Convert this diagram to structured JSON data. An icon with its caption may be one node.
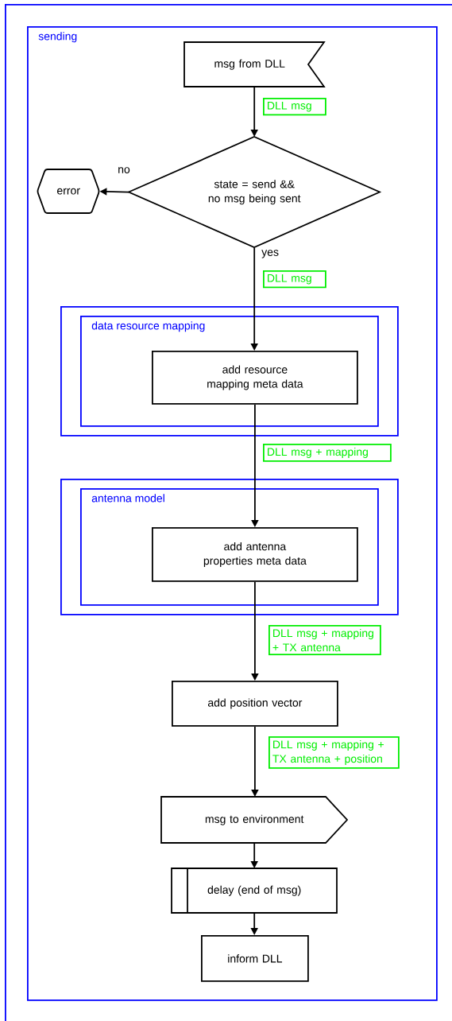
{
  "diagram": {
    "nodes": [
      {
        "text": [],
        "shape": "box"
      },
      {
        "text": [
          "sending"
        ],
        "in": 0
      },
      {
        "text": [
          "msg from DLL"
        ],
        "in": 1
      },
      {
        "text": [
          "state = send && no msg being sent"
        ],
        "in": 1
      },
      {
        "text": [
          "error"
        ],
        "in": 1
      },
      {
        "text": [],
        "shape": "box",
        "in": 1
      },
      {
        "text": [
          "data resource mapping"
        ],
        "in": 5
      },
      {
        "text": [
          "add resource mapping meta data"
        ],
        "in": 6
      },
      {
        "text": [],
        "shape": "box",
        "in": 1
      },
      {
        "text": [
          "antenna model"
        ],
        "in": 8
      },
      {
        "text": [
          "add antenna properties meta data"
        ],
        "in": 9
      },
      {
        "text": [
          "add position vector"
        ],
        "in": 1
      },
      {
        "text": [
          "msg to environment"
        ],
        "in": 1
      },
      {
        "text": [
          "delay (end of msg)"
        ],
        "in": 1
      },
      {
        "text": [
          "inform DLL"
        ],
        "in": 1
      }
    ],
    "edges": [
      {
        "from": 2,
        "to": 3,
        "arrow": "to",
        "label": "DLL msg"
      },
      {
        "from": 3,
        "to": 4,
        "arrow": "to",
        "label": "no"
      },
      {
        "from": 3,
        "to": 7,
        "arrow": "to",
        "label": "DLL msg"
      },
      {
        "from": 7,
        "to": 10,
        "arrow": "to",
        "label": "DLL msg + mapping"
      },
      {
        "from": 10,
        "to": 11,
        "arrow": "to",
        "label": "DLL msg + mapping + TX antenna"
      },
      {
        "from": 11,
        "to": 12,
        "arrow": "to",
        "label": "DLL msg + mapping + TX antenna + position"
      },
      {
        "from": 12,
        "to": 13,
        "arrow": "to"
      },
      {
        "from": 13,
        "to": 14,
        "arrow": "to"
      }
    ],
    "labels": [
      "yes"
    ]
  }
}
